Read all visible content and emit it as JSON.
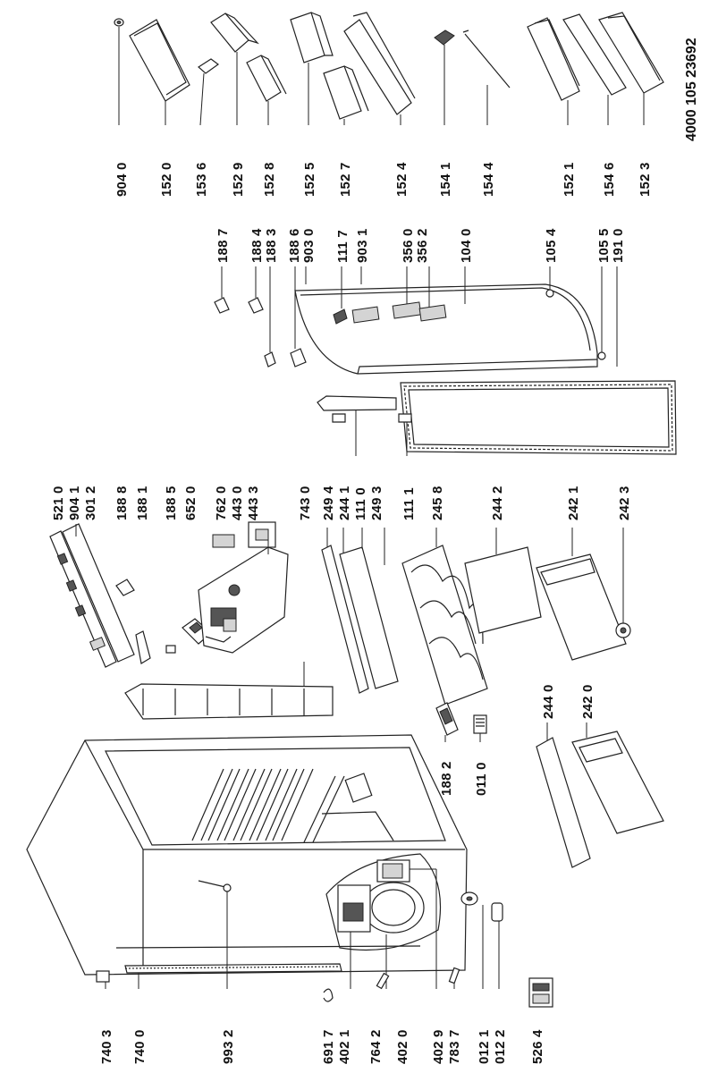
{
  "document": {
    "id": "4000 105 23692"
  },
  "labels": {
    "p9040": "904 0",
    "p1520": "152 0",
    "p1536": "153 6",
    "p1529": "152 9",
    "p1528": "152 8",
    "p1525": "152 5",
    "p1527": "152 7",
    "p1524": "152 4",
    "p1541": "154 1",
    "p1544": "154 4",
    "p1521": "152 1",
    "p1546": "154 6",
    "p1523": "152 3",
    "p1887": "188 7",
    "p1884": "188 4",
    "p1883": "188 3",
    "p1886": "188 6",
    "p9030": "903 0",
    "p1117": "111 7",
    "p9031": "903 1",
    "p3560": "356 0",
    "p3562": "356 2",
    "p1040": "104 0",
    "p1054": "105 4",
    "p1055": "105 5",
    "p1910": "191 0",
    "p5210": "521 0",
    "p9041": "904 1",
    "p3012": "301 2",
    "p1888": "188 8",
    "p1881": "188 1",
    "p1885": "188 5",
    "p6520": "652 0",
    "p7620": "762 0",
    "p4430": "443 0",
    "p4433": "443 3",
    "p7430": "743 0",
    "p2494": "249 4",
    "p2441": "244 1",
    "p1110": "111 0",
    "p2493": "249 3",
    "p1111": "111 1",
    "p2458": "245 8",
    "p2442": "244 2",
    "p2421": "242 1",
    "p2423": "242 3",
    "p1882": "188 2",
    "p0110": "011 0",
    "p2440": "244 0",
    "p2420": "242 0",
    "p7403": "740 3",
    "p7400": "740 0",
    "p9932": "993 2",
    "p6917": "691 7",
    "p4021": "402 1",
    "p7642": "764 2",
    "p4020": "402 0",
    "p4029": "402 9",
    "p7837": "783 7",
    "p0121": "012 1",
    "p0122": "012 2",
    "p5264": "526 4"
  }
}
